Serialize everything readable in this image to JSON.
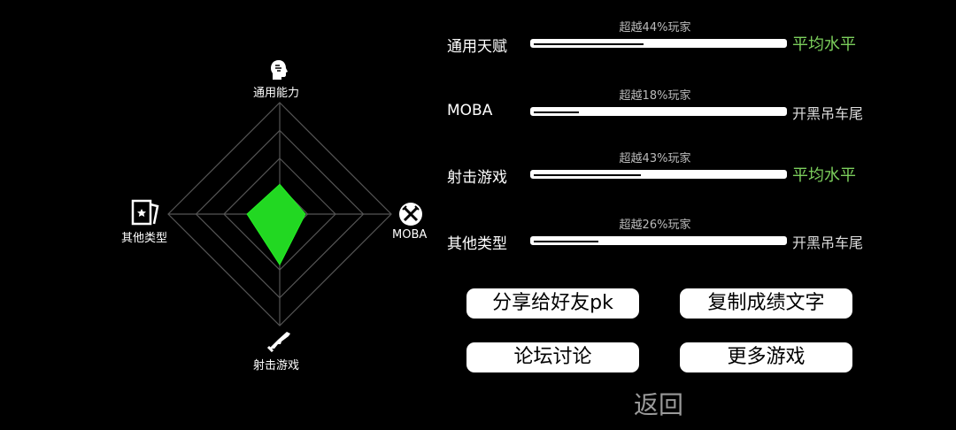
{
  "radar": {
    "axes": {
      "top": {
        "label": "通用能力",
        "icon": "head-icon"
      },
      "right": {
        "label": "MOBA",
        "icon": "crossed-swords-icon"
      },
      "bottom": {
        "label": "射击游戏",
        "icon": "gun-icon"
      },
      "left": {
        "label": "其他类型",
        "icon": "card-icon"
      }
    },
    "values": {
      "top": 0.44,
      "right": 0.18,
      "bottom": 0.43,
      "left": 0.26
    },
    "fill_color": "#22d822",
    "grid_color": "#555555"
  },
  "stats": [
    {
      "label": "通用天赋",
      "subtitle": "超越44%玩家",
      "percent": 44,
      "result": "平均水平",
      "result_color": "#7ccf5c"
    },
    {
      "label": "MOBA",
      "subtitle": "超越18%玩家",
      "percent": 18,
      "result": "开黑吊车尾",
      "result_color": "#dddddd"
    },
    {
      "label": "射击游戏",
      "subtitle": "超越43%玩家",
      "percent": 43,
      "result": "平均水平",
      "result_color": "#7ccf5c"
    },
    {
      "label": "其他类型",
      "subtitle": "超越26%玩家",
      "percent": 26,
      "result": "开黑吊车尾",
      "result_color": "#dddddd"
    }
  ],
  "buttons": {
    "share": "分享给好友pk",
    "copy": "复制成绩文字",
    "forum": "论坛讨论",
    "more_games": "更多游戏"
  },
  "back": "返回"
}
